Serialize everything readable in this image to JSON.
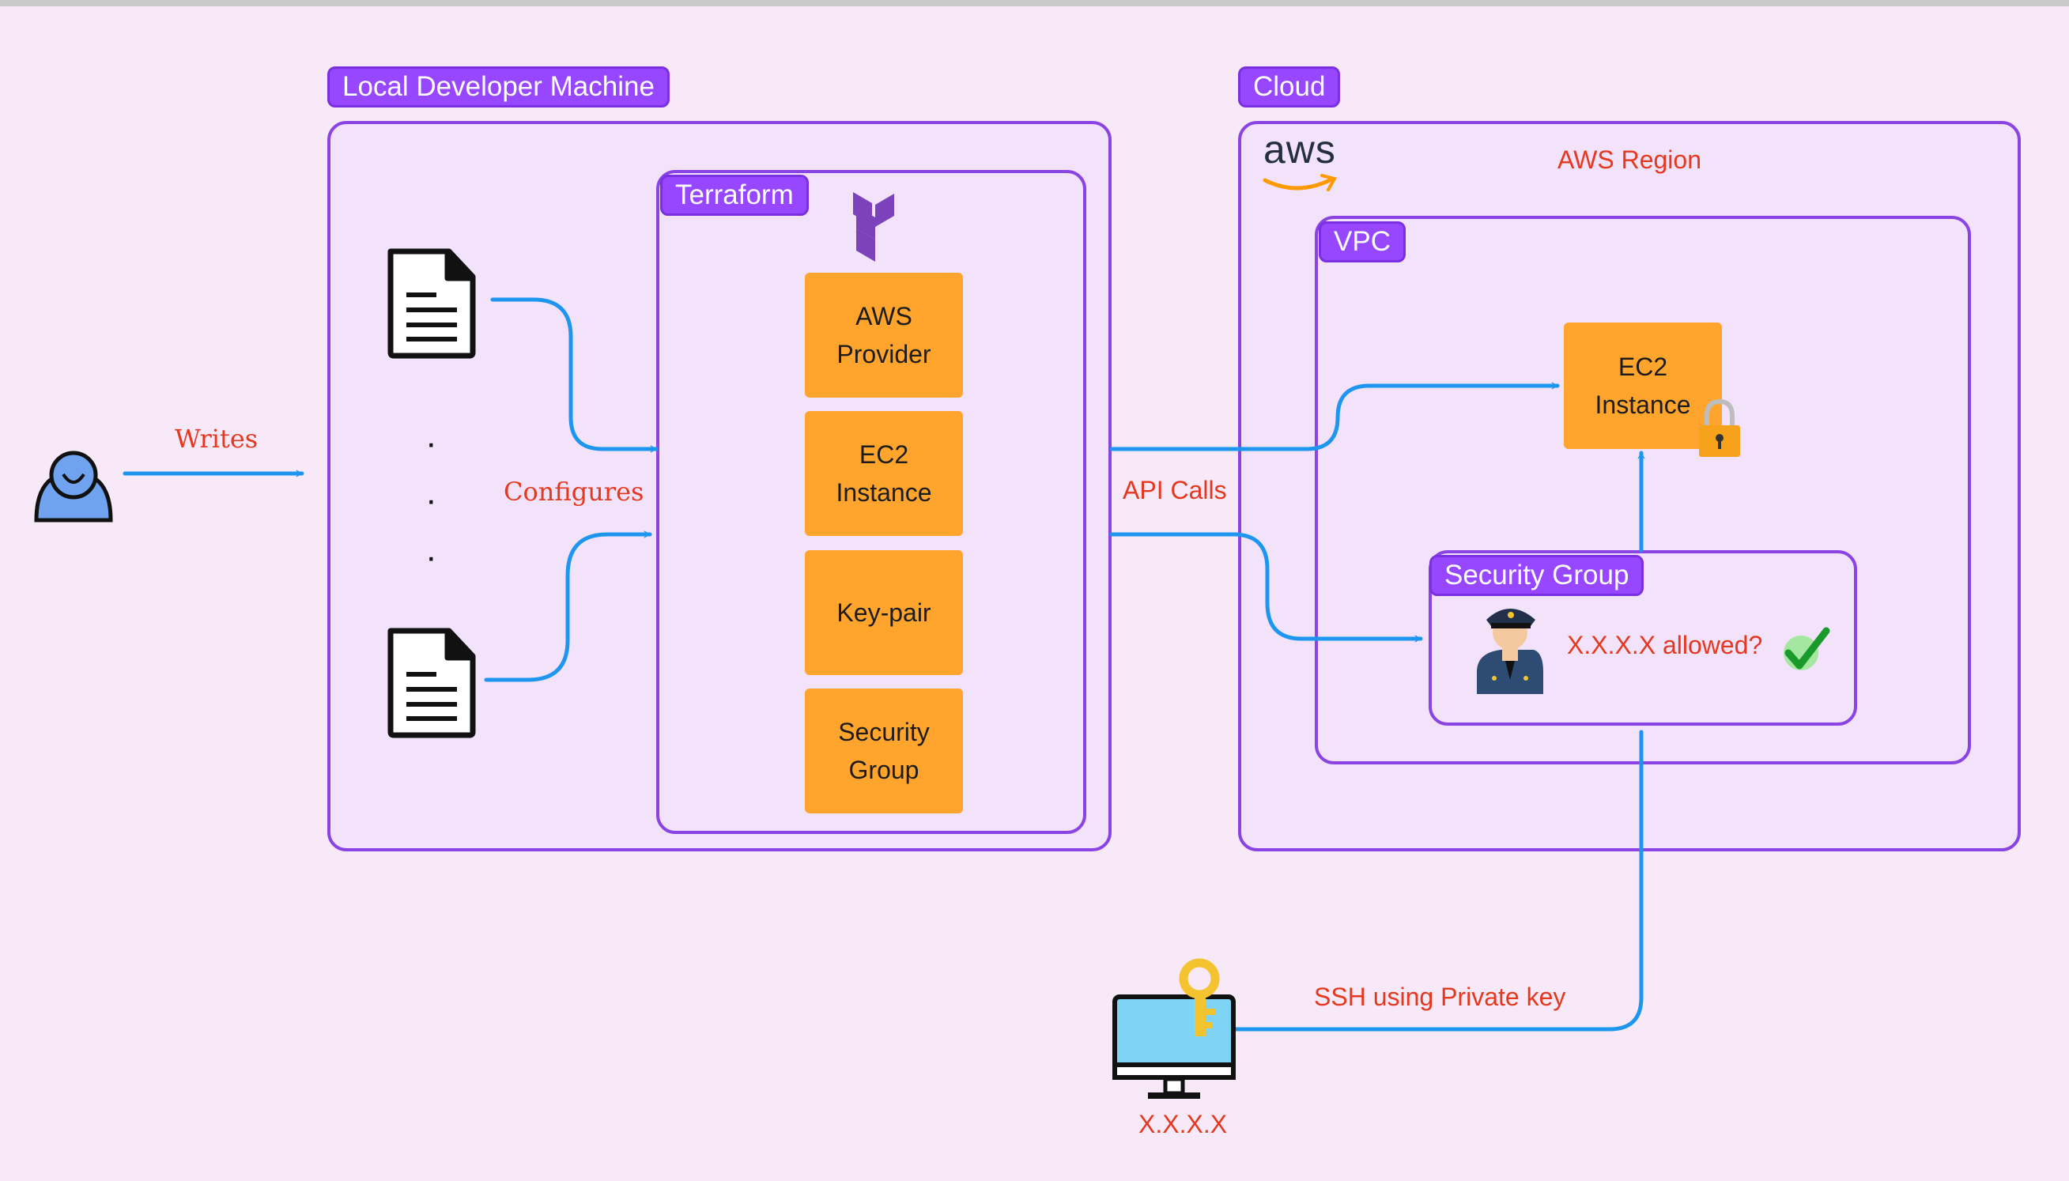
{
  "labels": {
    "local_machine": "Local Developer Machine",
    "cloud": "Cloud",
    "terraform": "Terraform",
    "vpc": "VPC",
    "security_group_tag": "Security Group",
    "aws_logo": "aws",
    "aws_region": "AWS Region"
  },
  "terraform_resources": [
    "AWS\nProvider",
    "EC2\nInstance",
    "Key-pair",
    "Security\nGroup"
  ],
  "ec2_instance": "EC2\nInstance",
  "edge_labels": {
    "writes": "Writes",
    "configures": "Configures",
    "api_calls": "API Calls",
    "ssh": "SSH using Private key"
  },
  "sg_check": "X.X.X.X allowed?",
  "client_ip": "X.X.X.X",
  "dots": "·",
  "colors": {
    "arrow": "#1e96f0",
    "border": "#8a44e4",
    "tag": "#9747ff",
    "resource": "#ffa42c",
    "label_red": "#e5381f"
  }
}
